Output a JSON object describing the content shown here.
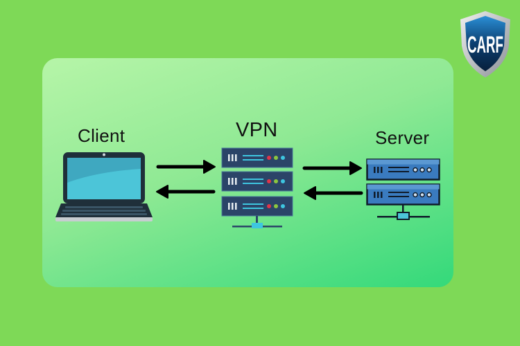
{
  "logo": {
    "text": "CARF",
    "icon": "shield-logo-icon"
  },
  "nodes": [
    {
      "id": "client",
      "label": "Client",
      "icon": "laptop-icon"
    },
    {
      "id": "vpn",
      "label": "VPN",
      "icon": "server-rack-icon"
    },
    {
      "id": "server",
      "label": "Server",
      "icon": "server-icon"
    }
  ],
  "connections": [
    {
      "from": "client",
      "to": "vpn",
      "direction": "bidirectional"
    },
    {
      "from": "vpn",
      "to": "server",
      "direction": "bidirectional"
    }
  ],
  "colors": {
    "background": "#7ed957",
    "panel_start": "#b6f5a8",
    "panel_end": "#33d97a",
    "vpn_rack": "#2b4468",
    "server_rack": "#3a7bbf",
    "led_red": "#e0344a",
    "led_green": "#8cc63f",
    "led_cyan": "#3ec6e0"
  }
}
